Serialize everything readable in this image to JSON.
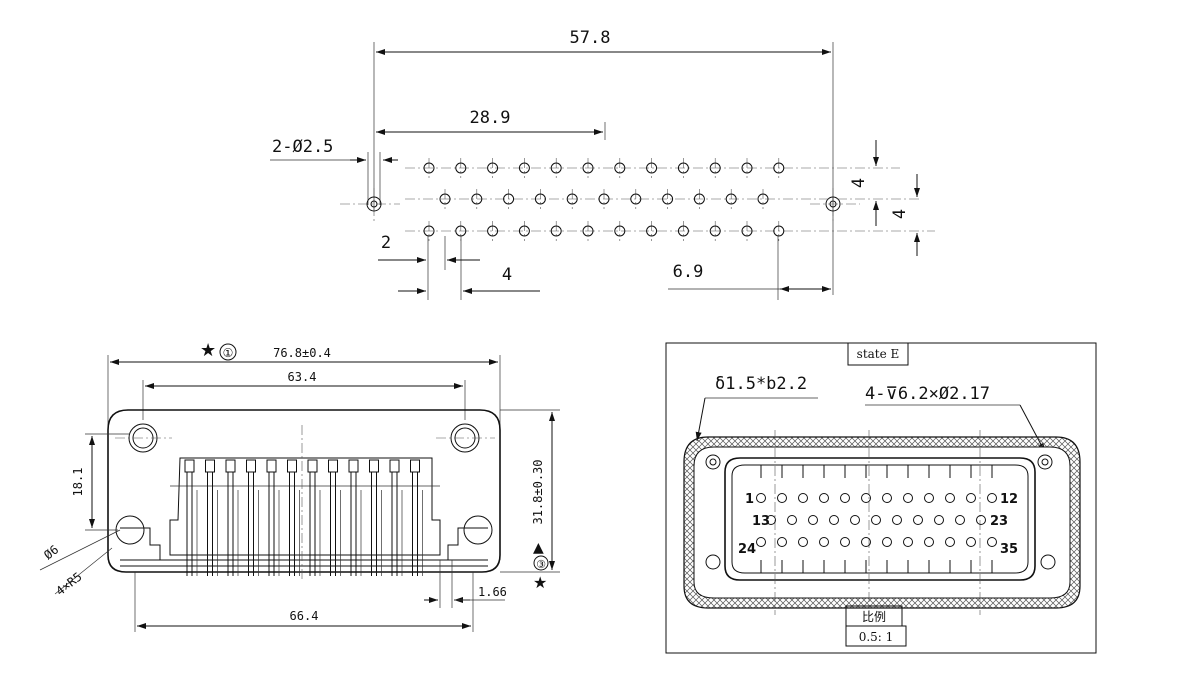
{
  "top_view": {
    "dim_overall": "57.8",
    "dim_half": "28.9",
    "dim_holes": "2-Ø2.5",
    "dim_row_offset": "2",
    "dim_pitch": "4",
    "dim_edge": "6.9",
    "dim_row_spacing_1": "4",
    "dim_row_spacing_2": "4",
    "rows": [
      12,
      11,
      12
    ]
  },
  "side_view": {
    "marker_top": "①",
    "dim_width": "76.8±0.4",
    "dim_holes_span": "63.4",
    "dim_height_inner": "18.1",
    "dim_height": "31.8±0.30",
    "marker_right": "③",
    "dim_hole_dia": "Ø6",
    "dim_radius": "4×R5",
    "dim_flange": "1.66",
    "dim_bottom": "66.4",
    "pin_count": 12
  },
  "face_view": {
    "state_label": "state E",
    "note_left": "δ1.5*b2.2",
    "note_right": "4-⊽6.2×Ø2.17",
    "pin_labels": [
      "1",
      "12",
      "13",
      "23",
      "24",
      "35"
    ],
    "rows": [
      12,
      11,
      12
    ],
    "scale_label": "比例",
    "scale_value": "0.5: 1"
  }
}
